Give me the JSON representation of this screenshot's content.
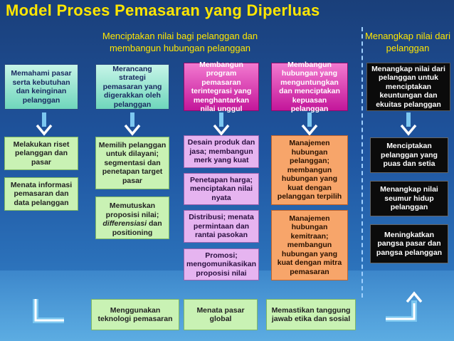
{
  "title": "Model Proses Pemasaran yang Diperluas",
  "headers": {
    "left": "Menciptakan nilai bagi pelanggan dan membangun hubungan pelanggan",
    "right": "Menangkap nilai dari pelanggan"
  },
  "stages": [
    {
      "text": "Memahami pasar serta kebutuhan dan keinginan pelanggan"
    },
    {
      "text": "Merancang strategi pemasaran yang digerakkan oleh pelanggan"
    },
    {
      "text": "Membangun program pemasaran terintegrasi yang menghantarkan nilai unggul"
    },
    {
      "text": "Membangun hubungan yang menguntungkan dan menciptakan kepuasan pelanggan"
    },
    {
      "text": "Menangkap nilai dari pelanggan untuk menciptakan keuntungan dan ekuitas pelanggan"
    }
  ],
  "details": {
    "col1": [
      "Melakukan riset pelanggan dan pasar",
      "Menata informasi pemasaran dan data pelanggan"
    ],
    "col2": [
      "Memilih pelanggan untuk dilayani; segmentasi dan penetapan target pasar",
      "Memutuskan proposisi nilai;",
      "differensiasi",
      "dan positioning"
    ],
    "col3": [
      "Desain produk dan jasa; membangun merk yang kuat",
      "Penetapan harga; menciptakan nilai nyata",
      "Distribusi; menata permintaan dan rantai pasokan",
      "Promosi; mengomunikasikan proposisi nilai"
    ],
    "col4": [
      "Manajemen hubungan pelanggan; membangun hubungan yang kuat dengan pelanggan terpilih",
      "Manajemen hubungan kemitraan; membangun hubungan yang kuat dengan mitra pemasaran"
    ],
    "col5": [
      "Menciptakan pelanggan yang puas dan setia",
      "Menangkap nilai seumur hidup pelanggan",
      "Meningkatkan pangsa pasar dan pangsa pelanggan"
    ]
  },
  "bottom": [
    "Menggunakan teknologi pemasaran",
    "Menata pasar global",
    "Memastikan tanggung jawab etika dan sosial"
  ],
  "colors": {
    "title": "#ffe600",
    "teal": "#6fd6bc",
    "magenta": "#c3169a",
    "green": "#c9f2b4",
    "lavender": "#e6b4f0",
    "orange": "#f7a56a",
    "arrow": "#7cc7f0"
  }
}
